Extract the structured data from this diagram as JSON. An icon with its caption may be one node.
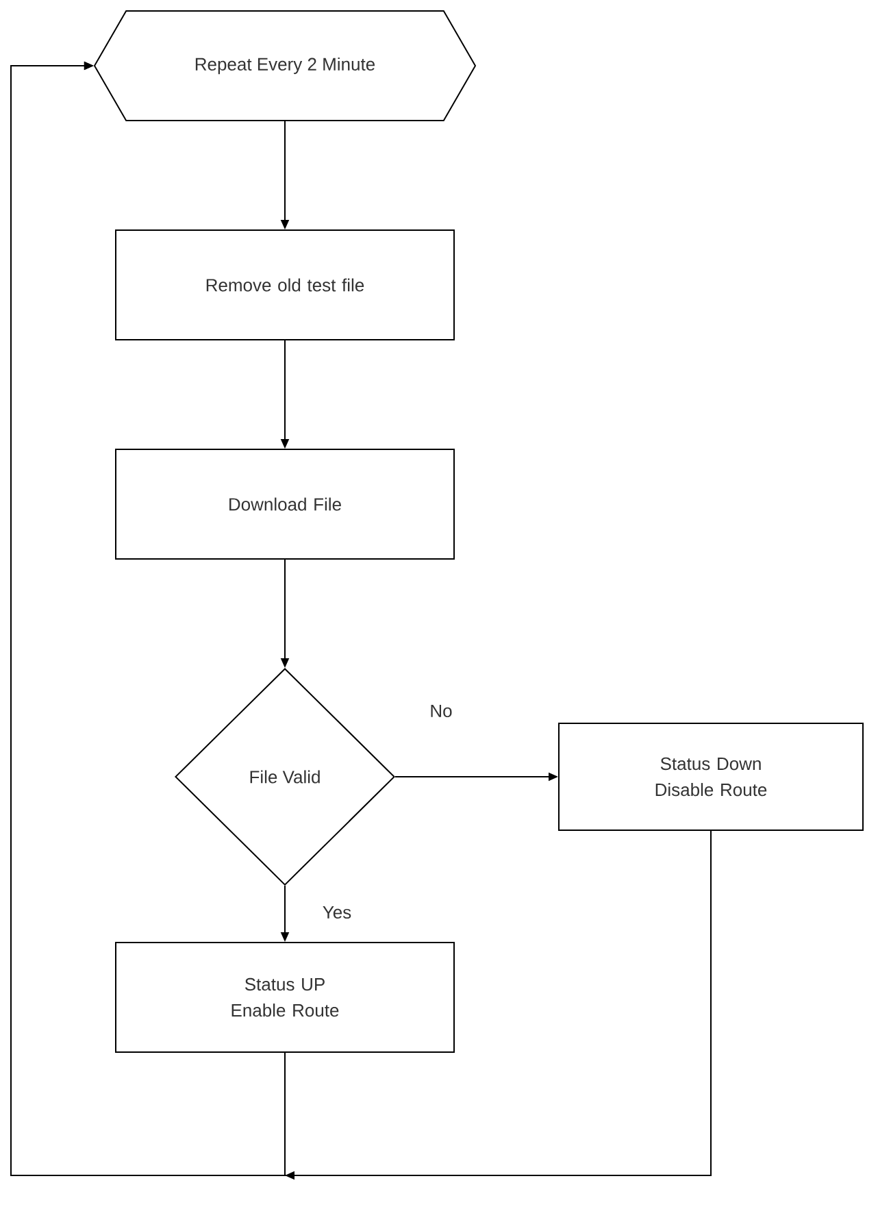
{
  "diagram": {
    "nodes": [
      {
        "text": [
          "Repeat Every 2 Minute"
        ]
      },
      {
        "text": [
          "Remove old test file"
        ]
      },
      {
        "text": [
          "Download File"
        ]
      },
      {
        "text": [
          "File Valid"
        ]
      },
      {
        "text": [
          "Status Down Disable Route"
        ]
      },
      {
        "text": [
          "Status UP Enable Route"
        ]
      }
    ],
    "edges": [
      {
        "from": 0,
        "to": 1,
        "arrow": "to"
      },
      {
        "from": 1,
        "to": 2,
        "arrow": "to"
      },
      {
        "from": 2,
        "to": 3,
        "arrow": "to"
      },
      {
        "from": 3,
        "to": 4,
        "arrow": "to",
        "label": "No"
      },
      {
        "from": 3,
        "to": 5,
        "arrow": "to",
        "label": "Yes"
      },
      {
        "from": 5,
        "to": 0,
        "arrow": "to"
      },
      {
        "from": 4,
        "to": 0,
        "arrow": "to"
      }
    ]
  }
}
